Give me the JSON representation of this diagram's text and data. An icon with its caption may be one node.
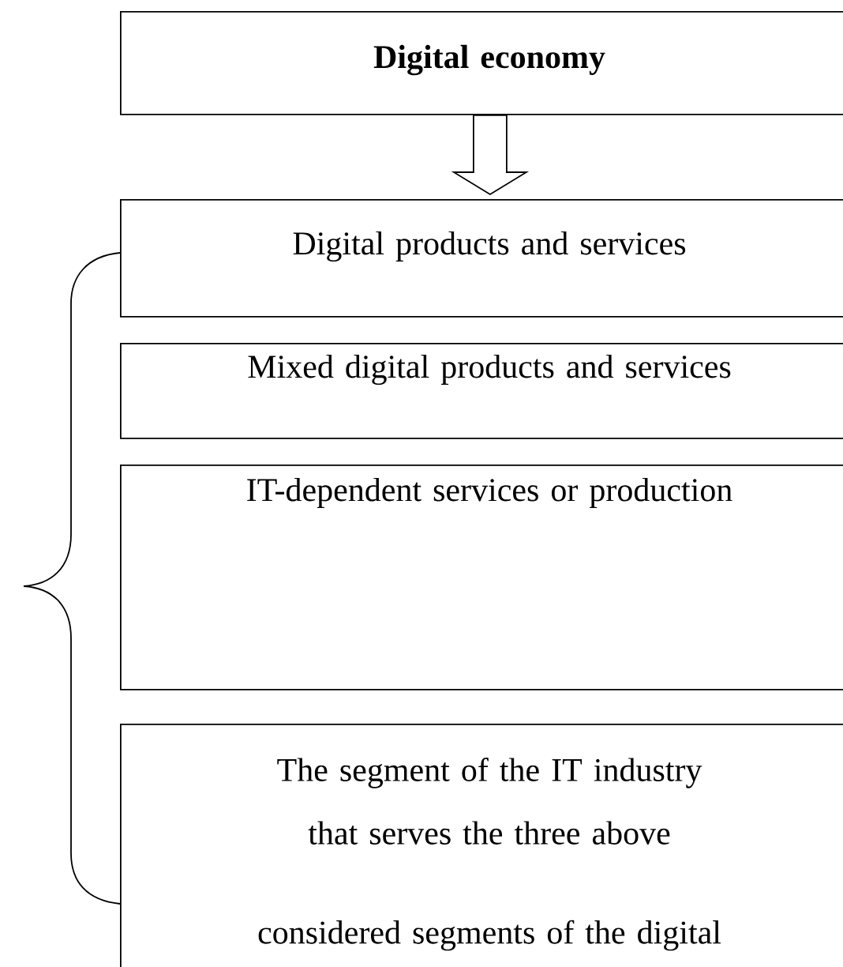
{
  "diagram": {
    "nodes": [
      {
        "text": [
          "Digital economy"
        ]
      },
      {
        "text": [
          "Digital products and services"
        ]
      },
      {
        "text": [
          "Mixed digital products and services"
        ]
      },
      {
        "text": [
          "IT-dependent services or production"
        ]
      },
      {
        "text": [
          "The segment of the IT industry that serves the three above",
          "considered segments of the digital"
        ]
      }
    ],
    "edges": [
      {
        "from": 0,
        "to": 1,
        "arrow": "to"
      }
    ]
  }
}
